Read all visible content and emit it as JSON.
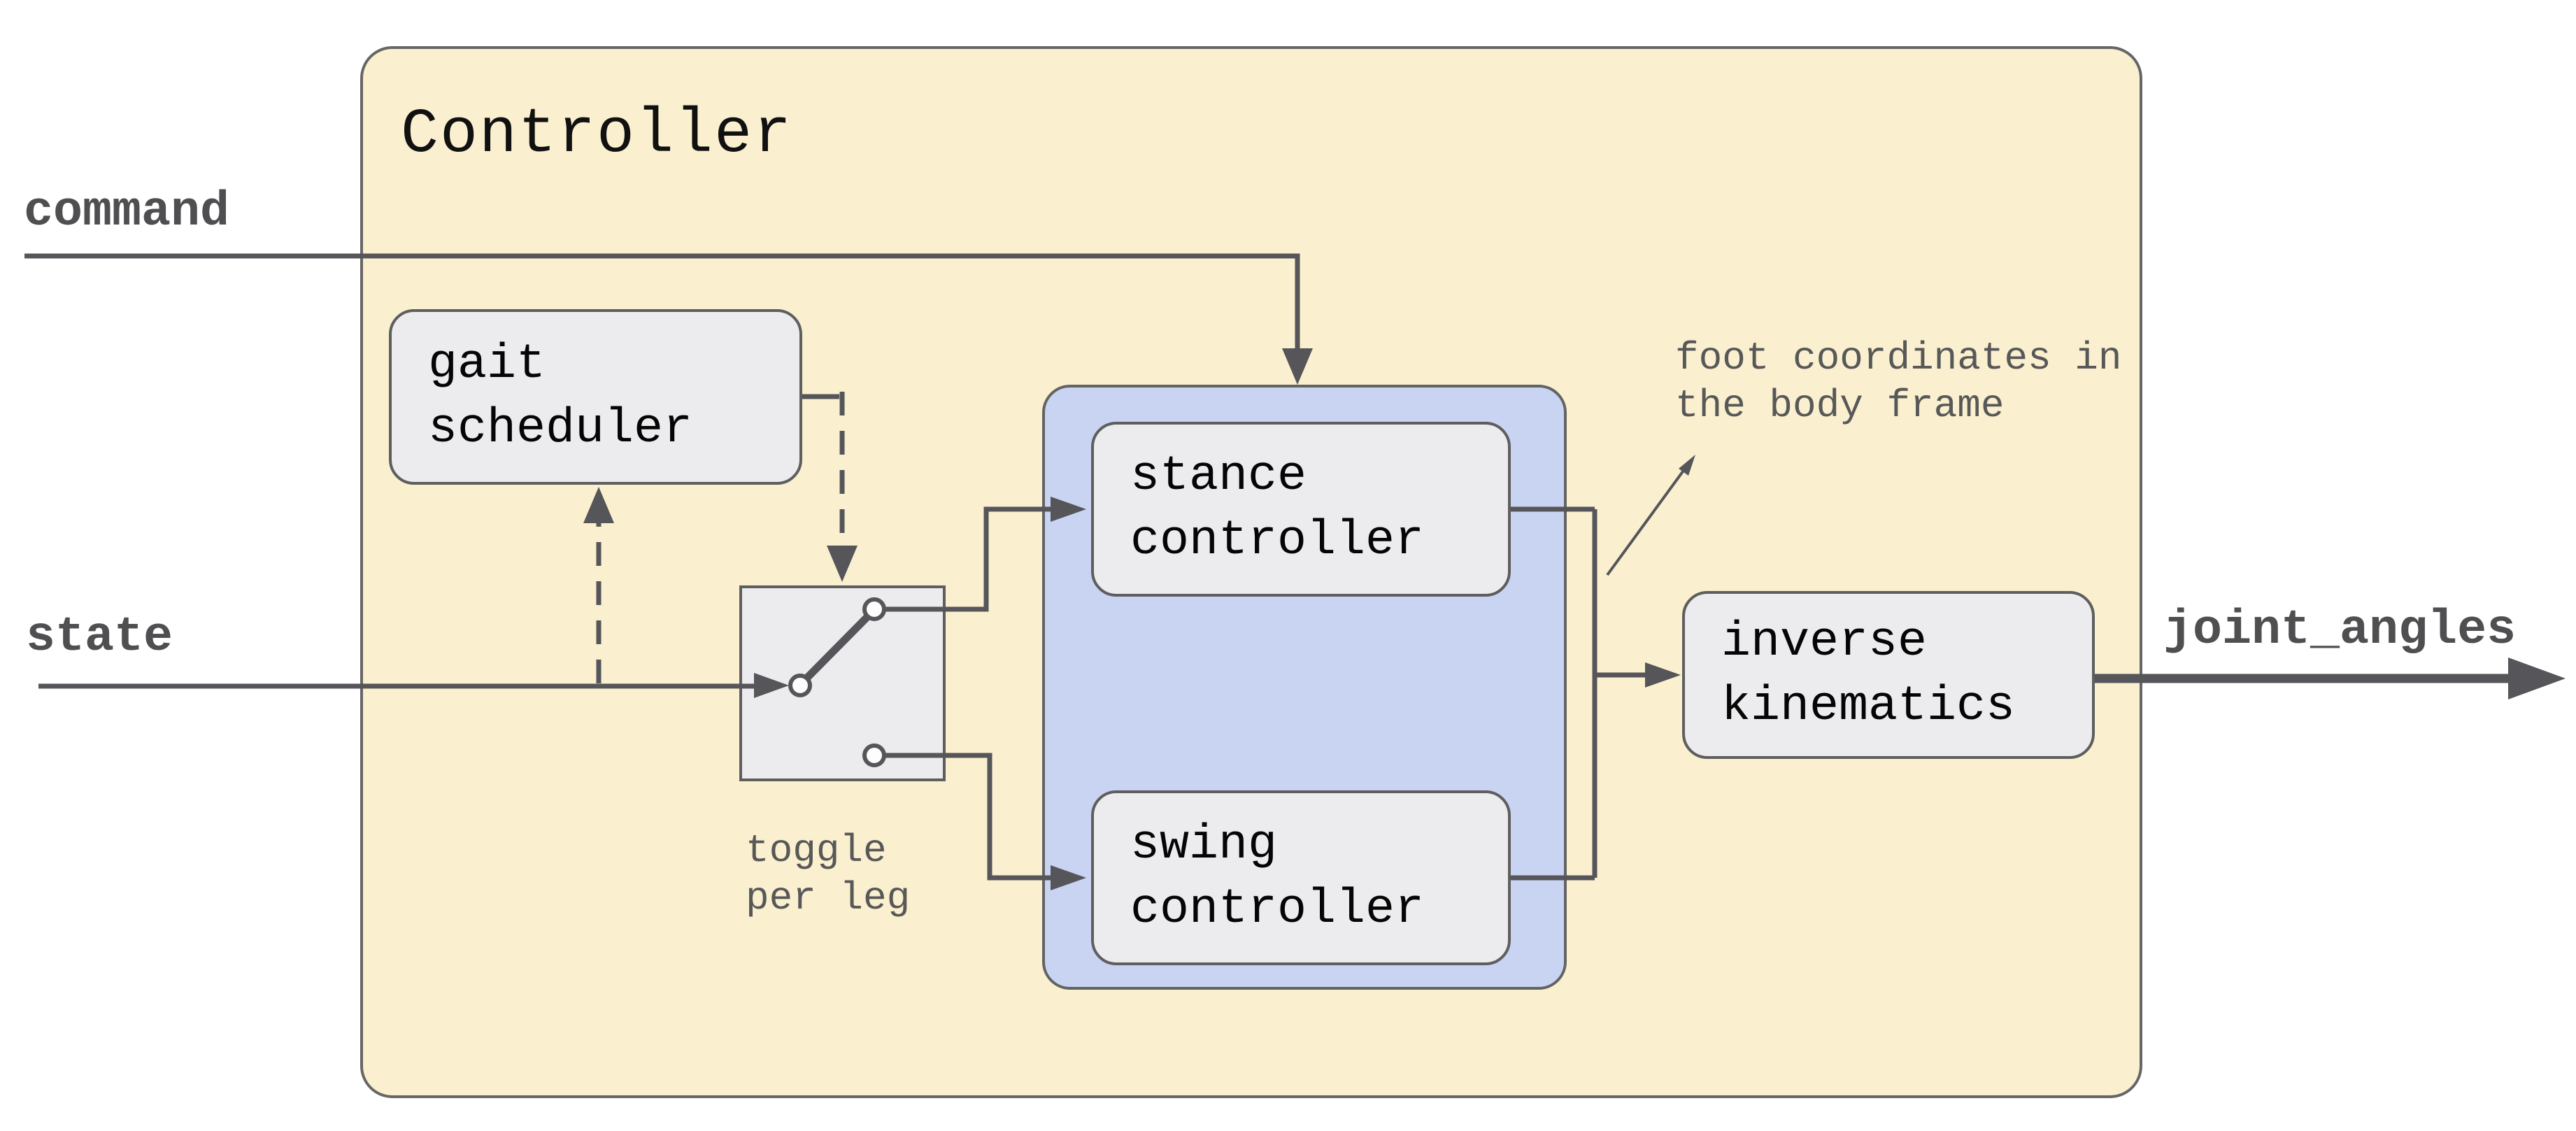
{
  "diagram": {
    "title": "Controller",
    "inputs": {
      "command_label": "command",
      "state_label": "state"
    },
    "output": {
      "joint_angles_label": "joint_angles"
    },
    "blocks": {
      "gait_scheduler": {
        "line1": "gait",
        "line2": "scheduler"
      },
      "stance_controller": {
        "line1": "stance",
        "line2": "controller"
      },
      "swing_controller": {
        "line1": "swing",
        "line2": "controller"
      },
      "inverse_kinematics": {
        "line1": "inverse",
        "line2": "kinematics"
      }
    },
    "annotations": {
      "foot_coords": {
        "line1": "foot coordinates in",
        "line2": "the body frame"
      },
      "toggle_note": {
        "line1": "toggle",
        "line2": "per leg"
      }
    },
    "colors": {
      "container_fill": "#FAF0CF",
      "group_fill": "#C9D4F2",
      "block_fill": "#ECECEF",
      "block_stroke": "#5E5E5E",
      "wire": "#55555A",
      "port_text": "#4F4F52",
      "note_text": "#585858",
      "background": "#FFFFFF"
    }
  }
}
